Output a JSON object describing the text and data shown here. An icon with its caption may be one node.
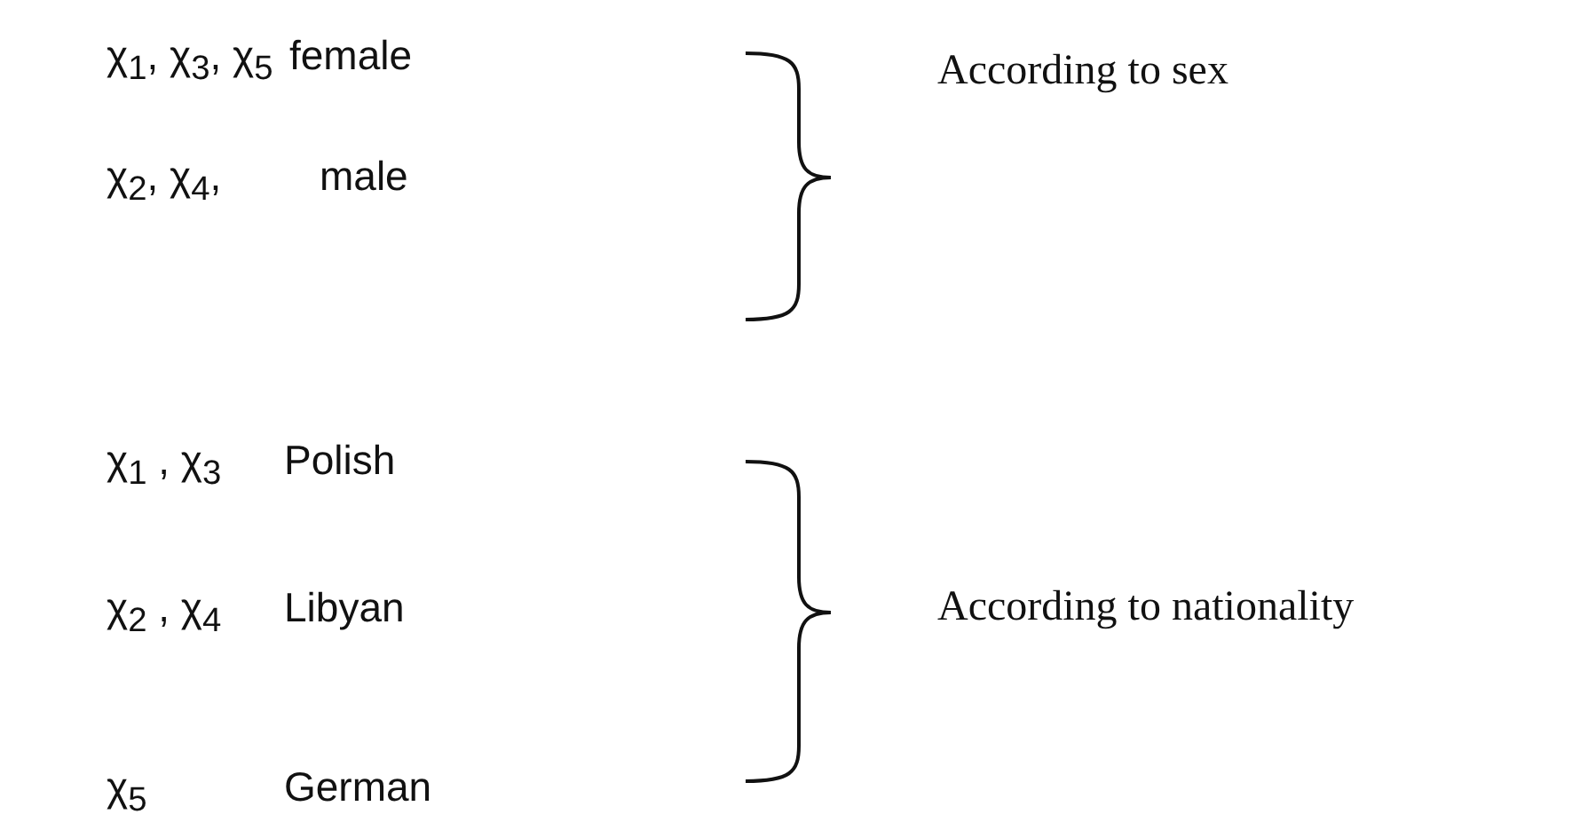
{
  "diagram": {
    "labels": [
      "χ$_{1}$, χ$_{3}$, χ$_{5}$",
      "female",
      "According to sex",
      "χ$_{2}$, χ$_{4}$,",
      "male",
      "χ$_{1}$ , χ$_{3}$",
      "Polish",
      "χ$_{2}$ , χ$_{4}$",
      "Libyan",
      "According to nationality",
      "χ$_{5}$",
      "German"
    ]
  }
}
